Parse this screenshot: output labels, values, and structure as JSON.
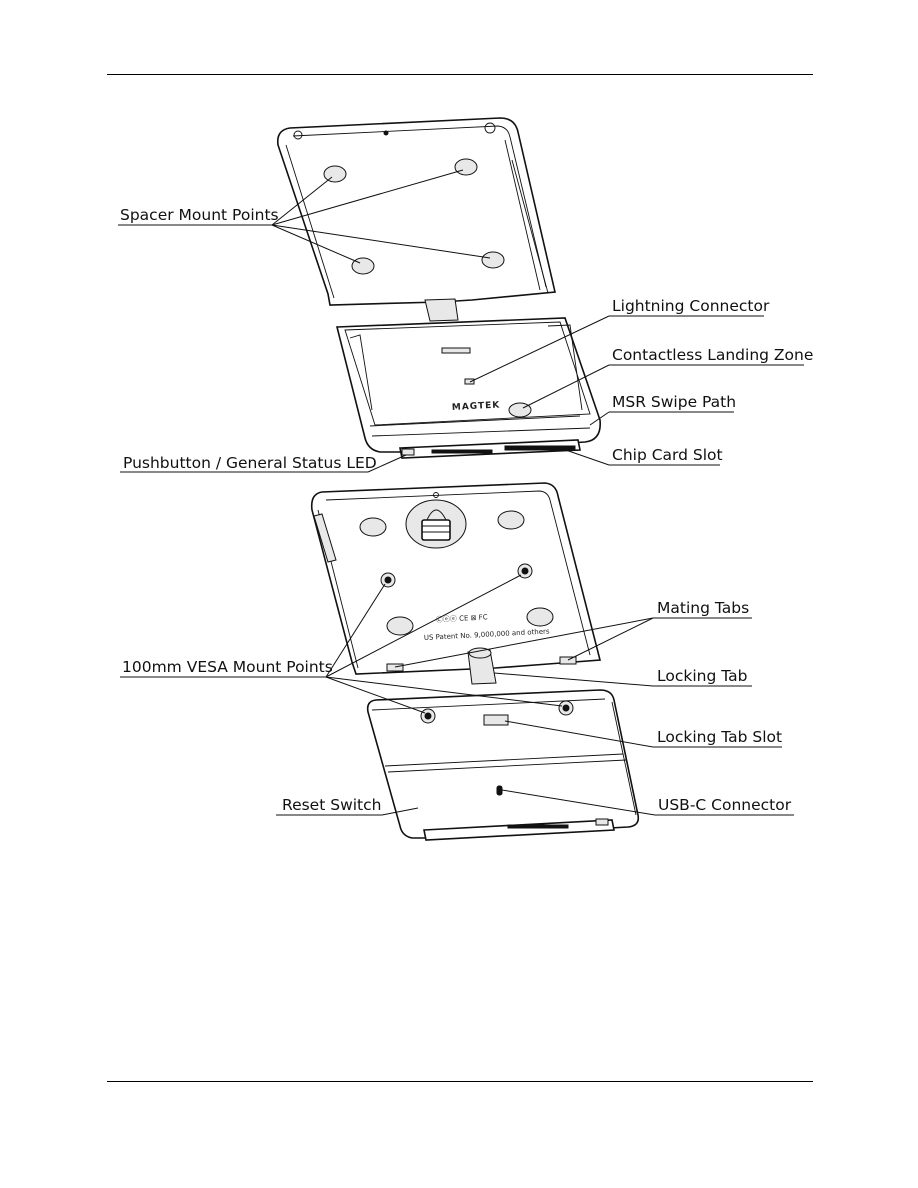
{
  "labels": {
    "spacer_mount_points": "Spacer Mount Points",
    "lightning_connector": "Lightning Connector",
    "contactless_landing_zone": "Contactless Landing Zone",
    "msr_swipe_path": "MSR Swipe Path",
    "pushbutton_led": "Pushbutton / General Status LED",
    "chip_card_slot": "Chip Card Slot",
    "mating_tabs": "Mating Tabs",
    "vesa_mount_points": "100mm VESA Mount Points",
    "locking_tab": "Locking Tab",
    "locking_tab_slot": "Locking Tab Slot",
    "reset_switch": "Reset Switch",
    "usb_c_connector": "USB-C Connector"
  },
  "device": {
    "brand_mark": "MAGTEK",
    "patent_text": "US Patent No. 9,000,000 and others"
  }
}
